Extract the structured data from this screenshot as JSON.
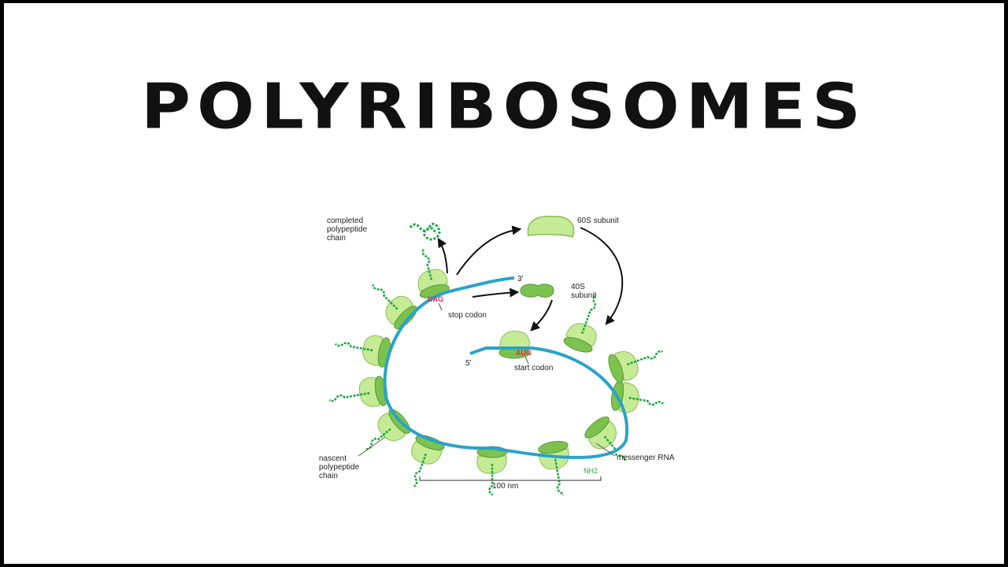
{
  "slide": {
    "title": "POLYRIBOSOMES"
  },
  "diagram": {
    "labels": {
      "completed_line1": "completed",
      "completed_line2": "polypeptide",
      "completed_line3": "chain",
      "sub60": "60S subunit",
      "three_prime": "3'",
      "sub40_line1": "40S",
      "sub40_line2": "subunit",
      "stop_codon": "stop codon",
      "uag": "UAG",
      "five_prime": "5'",
      "aug": "AUG",
      "start_codon": "start codon",
      "nascent_line1": "nascent",
      "nascent_line2": "polypeptide",
      "nascent_line3": "chain",
      "mrna": "messenger RNA",
      "nh2": "NH2",
      "scale": "100 nm"
    },
    "colors": {
      "mrna": "#2aa3c9",
      "large_subunit": "#c6eb95",
      "small_subunit": "#7cc24e",
      "chain": "#1ea640",
      "codon": "#e0245e"
    }
  }
}
